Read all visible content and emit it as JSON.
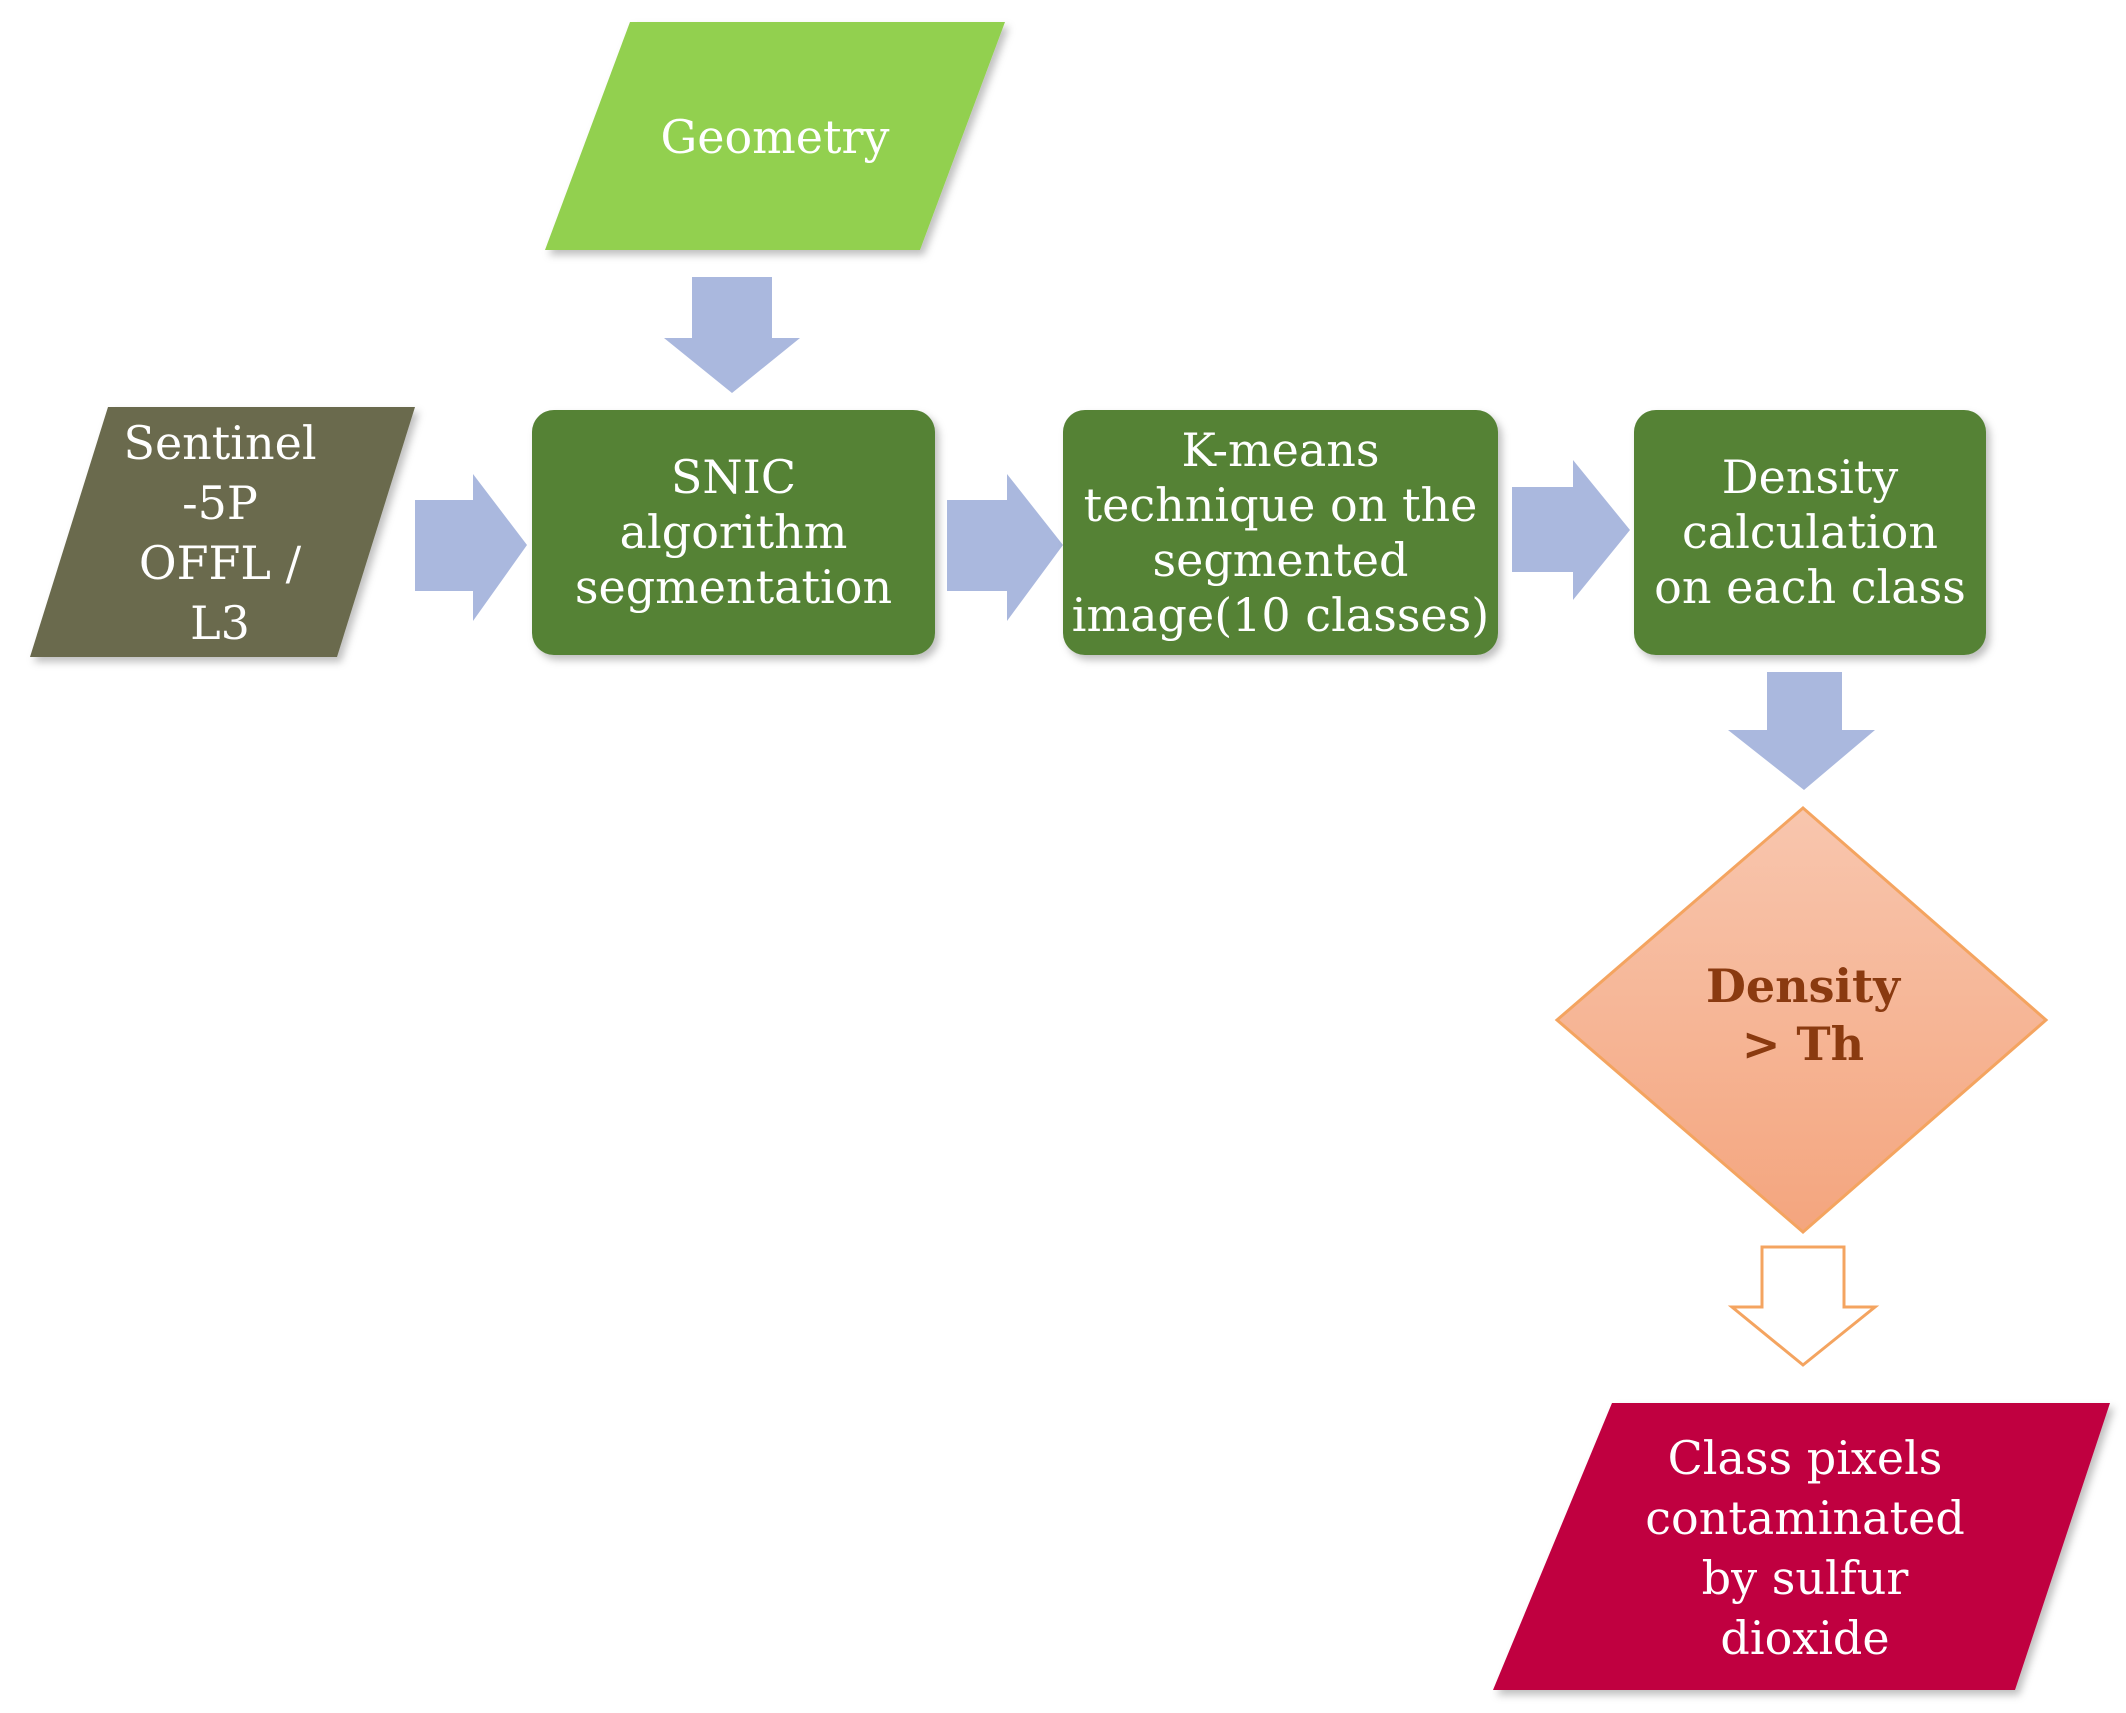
{
  "diagram": {
    "nodes": {
      "geometry": {
        "label": "Geometry",
        "shape": "parallelogram",
        "color": "#92d050"
      },
      "sentinel": {
        "label": "Sentinel\n-5P\nOFFL /\nL3",
        "shape": "parallelogram",
        "color": "#6b6b4e"
      },
      "snic": {
        "label": "SNIC\nalgorithm\nsegmentation",
        "shape": "rounded-rectangle",
        "color": "#548235"
      },
      "kmeans": {
        "label": "K-means\ntechnique on the\nsegmented\nimage(10 classes)",
        "shape": "rounded-rectangle",
        "color": "#548235"
      },
      "density_calc": {
        "label": "Density\ncalculation\non each class",
        "shape": "rounded-rectangle",
        "color": "#548235"
      },
      "decision": {
        "label": "Density\n> Th",
        "shape": "diamond",
        "fill_top": "#f8cbad",
        "fill_bottom": "#f4a57e",
        "stroke": "#f4a460",
        "text_color": "#8a3a10"
      },
      "output": {
        "label": "Class pixels\ncontaminated\nby sulfur\ndioxide",
        "shape": "parallelogram",
        "color": "#c00040"
      }
    },
    "arrows": {
      "color": "#aab8de",
      "outline_arrow_stroke": "#f4a460"
    }
  }
}
